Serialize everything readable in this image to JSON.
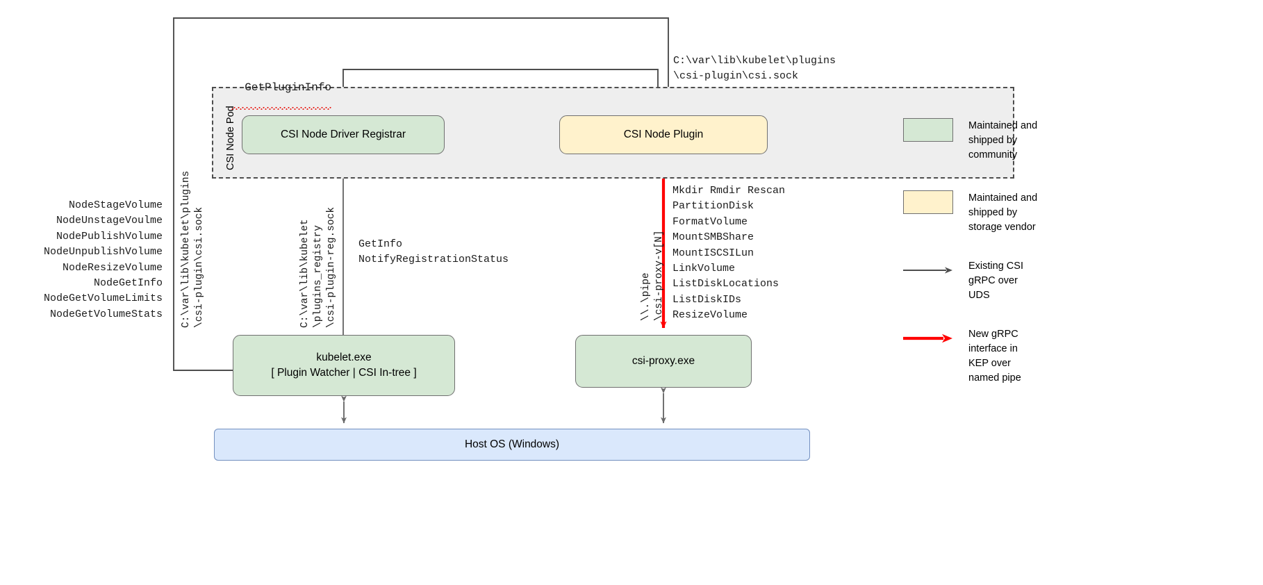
{
  "pod": {
    "label": "CSI Node Pod"
  },
  "boxes": {
    "registrar": "CSI Node Driver Registrar",
    "plugin": "CSI Node Plugin",
    "kubelet_line1": "kubelet.exe",
    "kubelet_line2": "[ Plugin Watcher | CSI In-tree ]",
    "proxy": "csi-proxy.exe",
    "hostos": "Host OS (Windows)"
  },
  "labels": {
    "get_plugin_info": "GetPluginInfo",
    "plugin_socket_path": "C:\\var\\lib\\kubelet\\plugins\n\\csi-plugin\\csi.sock",
    "registration_calls": "GetInfo\nNotifyRegistrationStatus",
    "path_csi_sock": "C:\\var\\lib\\kubelet\\plugins\n\\csi-plugin\\csi.sock",
    "path_reg_sock": "C:\\var\\lib\\kubelet\n\\plugins_registry\n\\csi-plugin-reg.sock",
    "path_named_pipe": "\\\\.\\pipe\n\\csi-proxy-v[N]"
  },
  "csi_node_rpcs": "NodeStageVolume\nNodeUnstageVoulme\nNodePublishVolume\nNodeUnpublishVolume\nNodeResizeVolume\nNodeGetInfo\nNodeGetVolumeLimits\nNodeGetVolumeStats",
  "csi_proxy_rpcs": "Mkdir Rmdir Rescan\nPartitionDisk\nFormatVolume\nMountSMBShare\nMountISCSILun\nLinkVolume\nListDiskLocations\nListDiskIDs\nResizeVolume",
  "legend": {
    "items": [
      {
        "kind": "swatch-green",
        "text": "Maintained and\nshipped by\ncommunity"
      },
      {
        "kind": "swatch-yellow",
        "text": "Maintained and\nshipped by\nstorage vendor"
      },
      {
        "kind": "arrow-gray",
        "text": "Existing CSI\ngRPC over\nUDS"
      },
      {
        "kind": "arrow-red",
        "text": "New gRPC\ninterface in\nKEP over\nnamed pipe"
      }
    ]
  },
  "colors": {
    "community_green": "#d5e8d4",
    "vendor_yellow": "#fff2cc",
    "host_os_blue": "#dae8fc",
    "pod_gray": "#eeeeee",
    "existing_arrow": "#4d4d4d",
    "new_arrow": "#ff0000"
  }
}
